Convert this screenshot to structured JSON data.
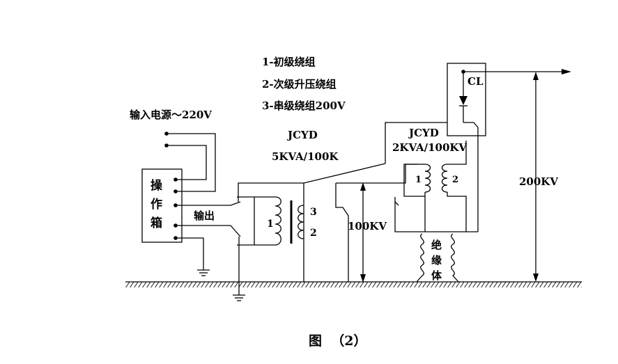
{
  "legend": {
    "item1": "1-初级绕组",
    "item2": "2-次级升压绕组",
    "item3": "3-串级绕组200V"
  },
  "input_label": "输入电源～220V",
  "operation_box": {
    "c1": "操",
    "c2": "作",
    "c3": "箱"
  },
  "output_label": "输出",
  "transformer1": {
    "model": "JCYD",
    "rating": "5KVA/100K",
    "winding_primary": "1",
    "winding_3": "3",
    "winding_2": "2"
  },
  "transformer2": {
    "model": "JCYD",
    "rating": "2KVA/100KV",
    "winding_1": "1",
    "winding_2": "2"
  },
  "insulator": {
    "c1": "绝",
    "c2": "缘",
    "c3": "体"
  },
  "cl_label": "CL",
  "voltage_100": "100KV",
  "voltage_200": "200KV",
  "caption": "图  （2）"
}
